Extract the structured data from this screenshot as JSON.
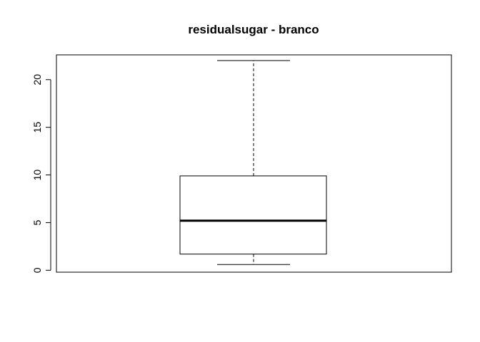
{
  "chart_data": {
    "type": "boxplot",
    "title": "residualsugar - branco",
    "xlabel": "",
    "ylabel": "",
    "ylim": [
      -0.2,
      22.6
    ],
    "yticks": [
      0,
      5,
      10,
      15,
      20
    ],
    "ytick_labels": [
      "0",
      "5",
      "10",
      "15",
      "20"
    ],
    "grid": false,
    "box": {
      "whisker_low": 0.6,
      "q1": 1.7,
      "median": 5.2,
      "q3": 9.9,
      "whisker_high": 22.0
    }
  }
}
